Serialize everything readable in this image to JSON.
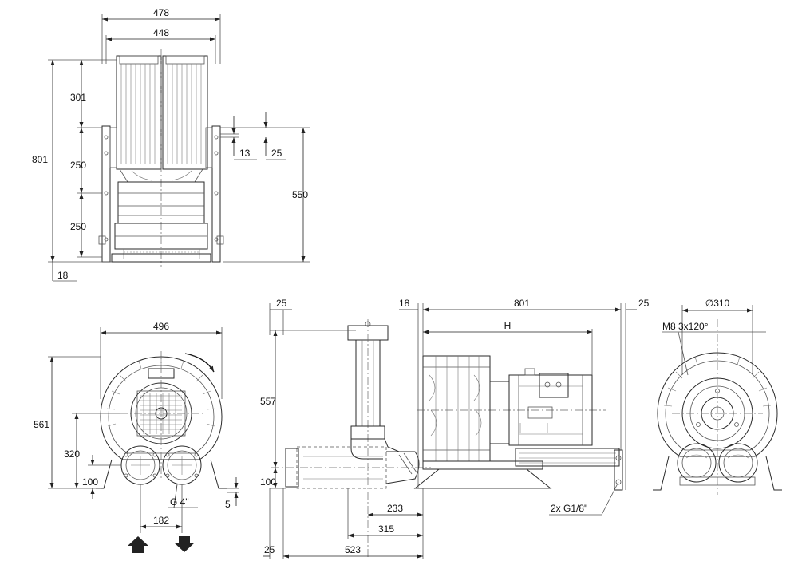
{
  "dimensions": {
    "top_width_outer": "478",
    "top_width_inner": "448",
    "top_height_total": "801",
    "top_seg_301": "301",
    "top_seg_250a": "250",
    "top_seg_250b": "250",
    "top_base_18": "18",
    "top_offset_13": "13",
    "top_offset_25": "25",
    "top_height_550": "550",
    "front_width": "496",
    "front_height": "561",
    "front_axis_height": "320",
    "front_port_height": "100",
    "front_port_spacing": "182",
    "front_port_thread": "G 4\"",
    "front_foot": "5",
    "side_top_offset": "25",
    "side_silencer_height": "557",
    "side_port_height": "100",
    "side_dim_233": "233",
    "side_dim_315": "315",
    "side_bottom_offset": "25",
    "side_total_523": "523",
    "side_flange_18": "18",
    "side_length_801": "801",
    "side_motor_H": "H",
    "side_end_25": "25",
    "side_grease": "2x G1/8\"",
    "end_diameter": "∅310",
    "end_bolts": "M8 3x120°"
  }
}
